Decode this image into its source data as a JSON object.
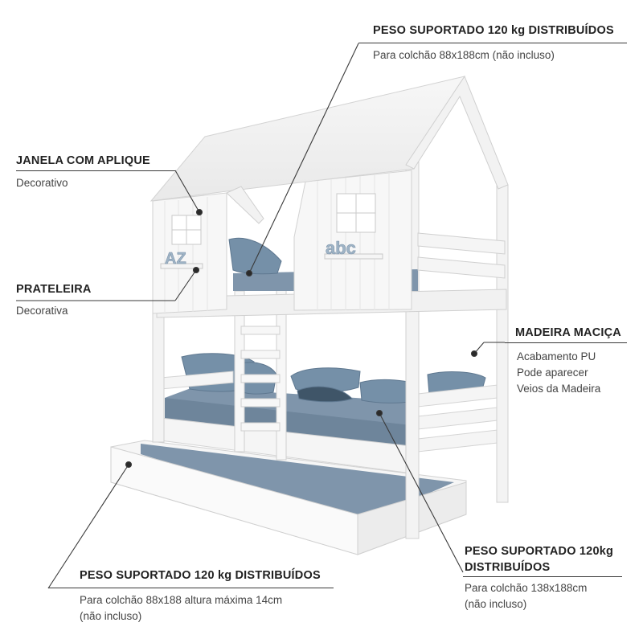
{
  "callouts": {
    "top": {
      "title": "PESO SUPORTADO 120 kg DISTRIBUÍDOS",
      "desc": "Para colchão 88x188cm (não incluso)"
    },
    "janela": {
      "title": "JANELA COM APLIQUE",
      "desc": "Decorativo"
    },
    "prateleira": {
      "title": "PRATELEIRA",
      "desc": "Decorativa"
    },
    "madeira": {
      "title": "MADEIRA MACIÇA",
      "desc_lines": [
        "Acabamento PU",
        "Pode aparecer",
        "Veios da Madeira"
      ]
    },
    "trundle": {
      "title": "PESO SUPORTADO 120 kg DISTRIBUÍDOS",
      "desc_lines": [
        "Para colchão 88x188 altura máxima 14cm",
        "(não incluso)"
      ]
    },
    "lower": {
      "title_lines": [
        "PESO SUPORTADO 120kg",
        "DISTRIBUÍDOS"
      ],
      "desc_lines": [
        "Para colchão 138x188cm",
        "(não incluso)"
      ]
    }
  },
  "decor": {
    "shelf_left_letters": "AZ",
    "shelf_right_letters": "abc"
  },
  "colors": {
    "frame": "#f4f4f4",
    "frame_edge": "#d6d6d6",
    "mattress": "#7f95ab",
    "pillow": "#6f8aa3",
    "leader": "#3a3a3a"
  }
}
